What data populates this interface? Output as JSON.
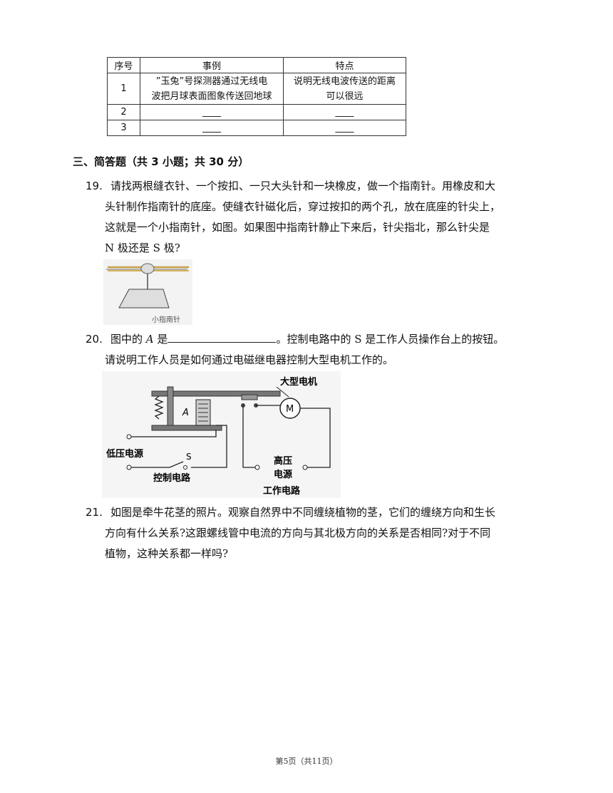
{
  "table": {
    "headers": [
      "序号",
      "事例",
      "特点"
    ],
    "rows": [
      {
        "no": "1",
        "example_line1": "”玉兔”号探测器通过无线电",
        "example_line2": "波把月球表面图象传送回地球",
        "feature_line1": "说明无线电波传送的距离",
        "feature_line2": "可以很远"
      },
      {
        "no": "2",
        "example": "____",
        "feature": "____"
      },
      {
        "no": "3",
        "example": "____",
        "feature": "____"
      }
    ]
  },
  "section_title": "三、简答题（共 3 小题；共 30 分）",
  "q19": {
    "number": "19.",
    "line1": "请找两根缝衣针、一个按扣、一只大头针和一块橡皮，做一个指南针。用橡皮和大",
    "line2": "头针制作指南针的底座。使缝衣针磁化后，穿过按扣的两个孔，放在底座的针尖上，",
    "line3": "这就是一个小指南针，如图。如果图中指南针静止下来后，针尖指北，那么针尖是",
    "line4": "N  极还是 S  极?",
    "figure_caption": "小指南针"
  },
  "q20": {
    "number": "20.",
    "line1_a": "图中的",
    "line1_var": "A",
    "line1_b": "是",
    "line1_c": "。控制电路中的  S  是工作人员操作台上的按钮。",
    "line2": "请说明工作人员是如何通过电磁继电器控制大型电机工作的。",
    "diagram": {
      "motor_label": "大型电机",
      "motor_symbol": "M",
      "a_label": "A",
      "low_voltage_label": "低压电源",
      "switch_label": "S",
      "control_circuit_label": "控制电路",
      "high_voltage_label_1": "高压",
      "high_voltage_label_2": "电源",
      "working_circuit_label": "工作电路"
    }
  },
  "q21": {
    "number": "21.",
    "line1": "如图是牵牛花茎的照片。观察自然界中不同缠绕植物的茎，它们的缠绕方向和生长",
    "line2": "方向有什么关系?这跟螺线管中电流的方向与其北极方向的关系是否相同?对于不同",
    "line3": "植物，这种关系都一样吗?"
  },
  "footer": "第5页（共11页）"
}
